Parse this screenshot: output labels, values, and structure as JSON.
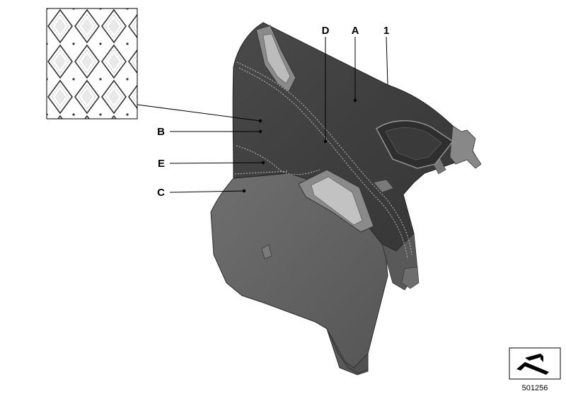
{
  "callouts": {
    "a": "A",
    "one": "1",
    "d": "D",
    "b": "B",
    "e": "E",
    "c": "C"
  },
  "diagram_number": "501256",
  "colors": {
    "panel_dark": "#3c3c3c",
    "panel_mid": "#4e4e4e",
    "panel_light": "#6a6a6a",
    "stitching": "#bdbdbd",
    "line": "#000000"
  }
}
